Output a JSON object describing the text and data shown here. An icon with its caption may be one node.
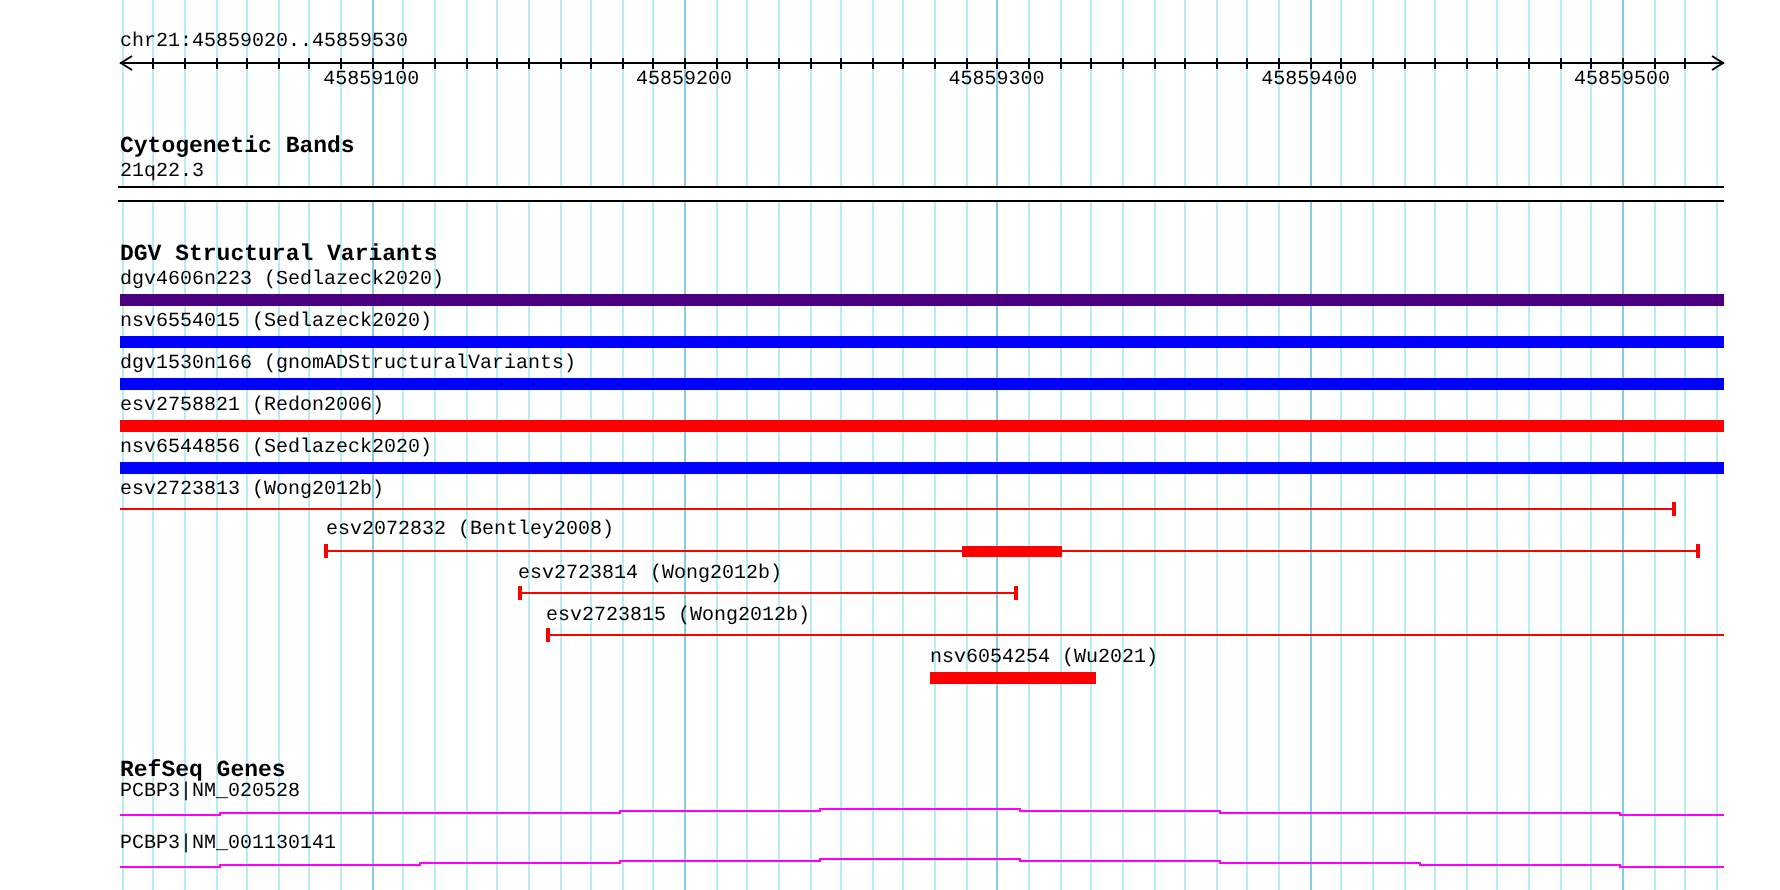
{
  "diagram": {
    "nodes": [
      {
        "text": [
          "21q22.3"
        ]
      },
      {
        "text": [
          "dgv4606n223 (Sedlazeck2020)"
        ]
      },
      {
        "text": [
          "nsv6554015 (Sedlazeck2020)"
        ]
      },
      {
        "text": [
          "dgv1530n166 (gnomADStructuralVariants)"
        ]
      },
      {
        "text": [
          "esv2758821 (Redon2006)"
        ]
      },
      {
        "text": [
          "nsv6544856 (Sedlazeck2020)"
        ]
      },
      {
        "text": [
          "esv2723813 (Wong2012b)"
        ]
      },
      {
        "text": [
          "esv2072832 (Bentley2008)"
        ]
      },
      {
        "text": [
          "esv2723814 (Wong2012b)"
        ]
      },
      {
        "text": [
          "esv2723815 (Wong2012b)"
        ]
      },
      {
        "text": [
          "nsv6054254 (Wu2021)"
        ]
      },
      {
        "text": [
          "PCBP3|NM_020528"
        ]
      },
      {
        "text": [
          "PCBP3|NM_001130141"
        ]
      }
    ],
    "labels": [
      "chr21:45859020..45859530",
      "45859100",
      "45859200",
      "45859300",
      "45859400",
      "45859500",
      "Cytogenetic Bands",
      "DGV Structural Variants",
      "RefSeq Genes"
    ]
  }
}
